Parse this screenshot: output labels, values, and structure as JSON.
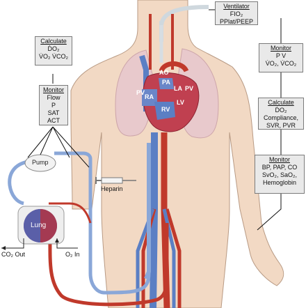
{
  "ventilator": {
    "title": "Ventilator",
    "line1": "FIO₂",
    "line2": "PPlat/PEEP"
  },
  "monitor_right_top": {
    "title": "Monitor",
    "line1": "P V",
    "line2": "V̇O₂, V̇CO₂"
  },
  "calculate_right": {
    "title": "Calculate",
    "line1": "ḊO₂",
    "line2": "Compliance,",
    "line3": "SVR, PVR"
  },
  "monitor_right_bottom": {
    "title": "Monitor",
    "line1": "BP, PAP, CO",
    "line2": "SvO₂, SaO₂,",
    "line3": "Hemoglobin"
  },
  "calculate_left": {
    "title": "Calculate",
    "line1": "ḊO₂",
    "line2": "V̇O₂  V̇CO₂"
  },
  "monitor_left": {
    "title": "Monitor",
    "line1": "Flow",
    "line2": "P",
    "line3": "SAT",
    "line4": "ACT"
  },
  "circuit": {
    "pump": "Pump",
    "lung": "Lung",
    "heparin": "Heparin",
    "co2_out": "CO₂ Out",
    "o2_in": "O₂ In"
  },
  "heart": {
    "ao": "AO",
    "pa": "PA",
    "ra": "RA",
    "rv": "RV",
    "la": "LA",
    "lv": "LV",
    "pv_left": "PV",
    "pv_right": "PV"
  },
  "colors": {
    "venous": "#5b7fc4",
    "arterial": "#c0392b",
    "lung_shade": "#e7c8cd",
    "skin": "#f2d9c4"
  }
}
